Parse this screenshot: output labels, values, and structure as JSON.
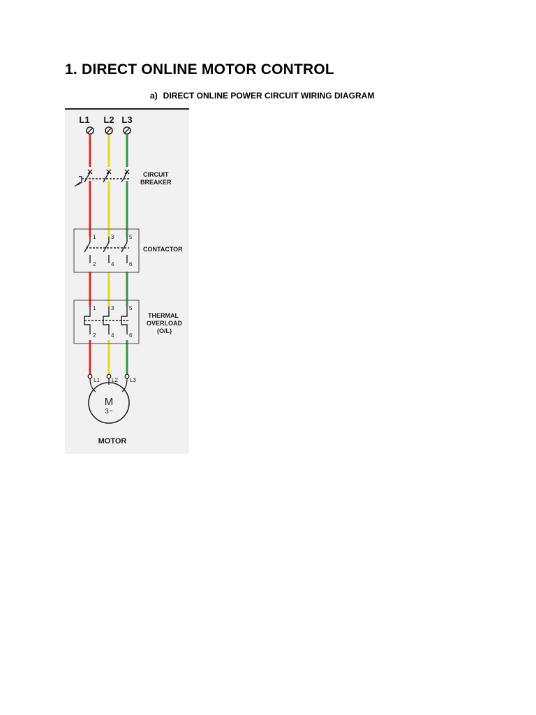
{
  "document": {
    "title": "1. DIRECT ONLINE MOTOR CONTROL",
    "subtitle_marker": "a)",
    "subtitle": "DIRECT ONLINE POWER CIRCUIT WIRING DIAGRAM"
  },
  "diagram": {
    "supply_labels": [
      "L1",
      "L2",
      "L3"
    ],
    "circuit_breaker_label": [
      "CIRCUIT",
      "BREAKER"
    ],
    "contactor_label": "CONTACTOR",
    "contactor_top_terminals": [
      "1",
      "3",
      "5"
    ],
    "contactor_bottom_terminals": [
      "2",
      "4",
      "6"
    ],
    "overload_label": [
      "THERMAL",
      "OVERLOAD",
      "(O/L)"
    ],
    "overload_top_terminals": [
      "1",
      "3",
      "5"
    ],
    "overload_bottom_terminals": [
      "2",
      "4",
      "6"
    ],
    "motor_terminals": [
      "L1",
      "L2",
      "L3"
    ],
    "motor_symbol": "M",
    "motor_phase": "3~",
    "motor_label": "MOTOR",
    "wire_colors": [
      "#e0281e",
      "#e8d820",
      "#2f9a3a"
    ]
  }
}
